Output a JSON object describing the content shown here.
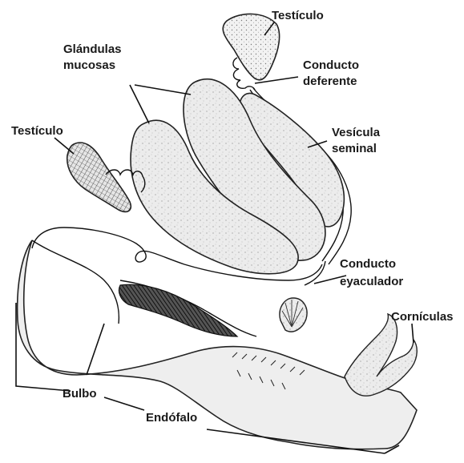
{
  "labels": {
    "testiculo_top": "Testículo",
    "conducto_deferente_1": "Conducto",
    "conducto_deferente_2": "deferente",
    "glandulas_1": "Glándulas",
    "glandulas_2": "mucosas",
    "testiculo_left": "Testículo",
    "vesicula_1": "Vesícula",
    "vesicula_2": "seminal",
    "conducto_eyaculador_1": "Conducto",
    "conducto_eyaculador_2": "eyaculador",
    "corniculas": "Cornículas",
    "bulbo": "Bulbo",
    "endofalo": "Endófalo"
  }
}
